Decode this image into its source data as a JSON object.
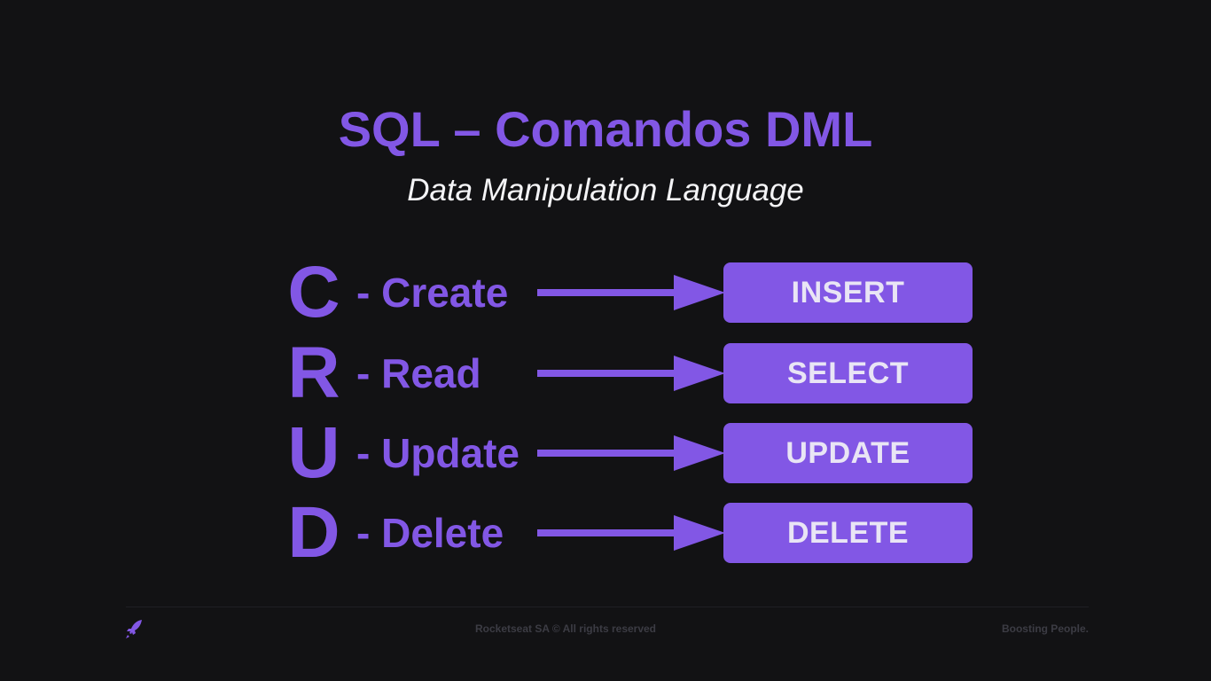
{
  "slide": {
    "title": "SQL – Comandos DML",
    "subtitle": "Data Manipulation Language"
  },
  "crud": [
    {
      "letter": "C",
      "word": "- Create",
      "command": "INSERT"
    },
    {
      "letter": "R",
      "word": "- Read",
      "command": "SELECT"
    },
    {
      "letter": "U",
      "word": "- Update",
      "command": "UPDATE"
    },
    {
      "letter": "D",
      "word": "- Delete",
      "command": "DELETE"
    }
  ],
  "footer": {
    "logo_icon": "rocket-icon",
    "copyright": "Rocketseat SA  © All rights reserved",
    "tagline": "Boosting People."
  },
  "colors": {
    "background": "#121214",
    "accent": "#8257e5",
    "command_text": "#e9e5f5",
    "subtitle_text": "#f4f4f6"
  }
}
